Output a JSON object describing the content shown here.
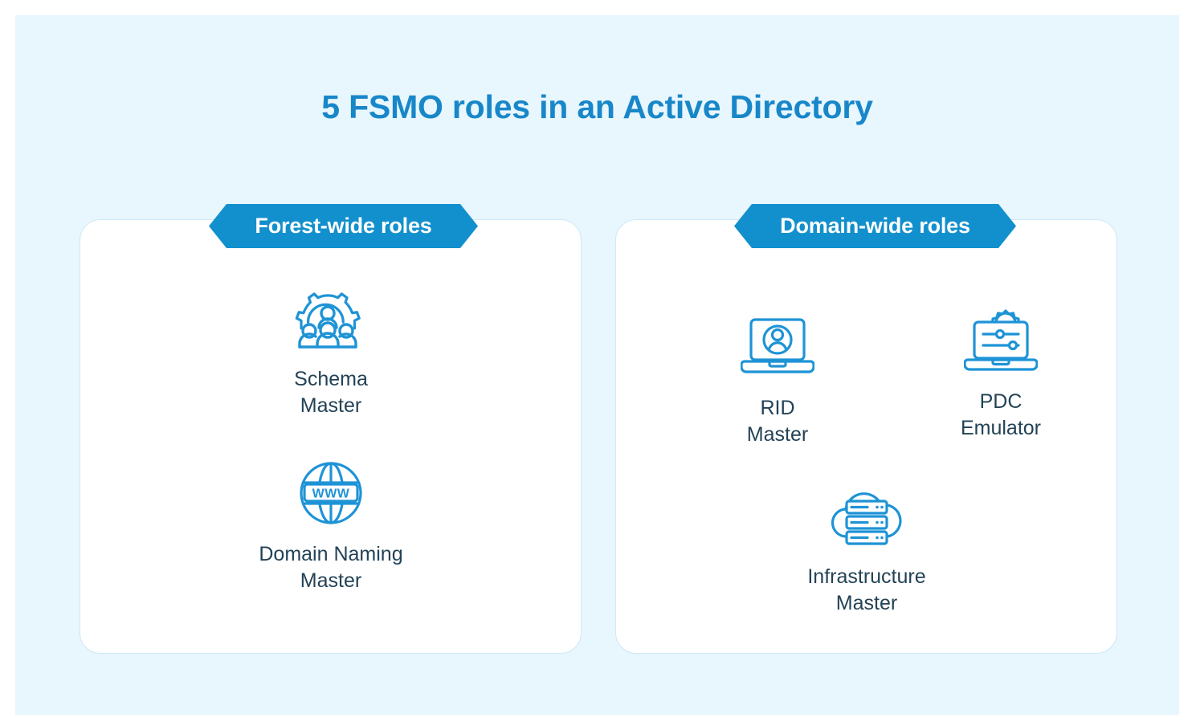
{
  "page": {
    "title": "5 FSMO roles in an Active Directory",
    "background_color": "#e8f6fd",
    "accent_color": "#1290ce",
    "title_color": "#1887c9",
    "label_color": "#234256",
    "card_background": "#ffffff",
    "card_border_color": "#cfe8f5"
  },
  "groups": [
    {
      "id": "forest-wide",
      "banner_label": "Forest-wide roles",
      "roles": [
        {
          "id": "schema-master",
          "label": "Schema\nMaster",
          "icon": "gear-people-icon"
        },
        {
          "id": "domain-naming-master",
          "label": "Domain Naming\nMaster",
          "icon": "globe-www-icon"
        }
      ]
    },
    {
      "id": "domain-wide",
      "banner_label": "Domain-wide roles",
      "roles": [
        {
          "id": "rid-master",
          "label": "RID\nMaster",
          "icon": "laptop-user-icon"
        },
        {
          "id": "pdc-emulator",
          "label": "PDC\nEmulator",
          "icon": "laptop-settings-gear-icon"
        },
        {
          "id": "infrastructure-master",
          "label": "Infrastructure\nMaster",
          "icon": "cloud-server-icon"
        }
      ]
    }
  ]
}
